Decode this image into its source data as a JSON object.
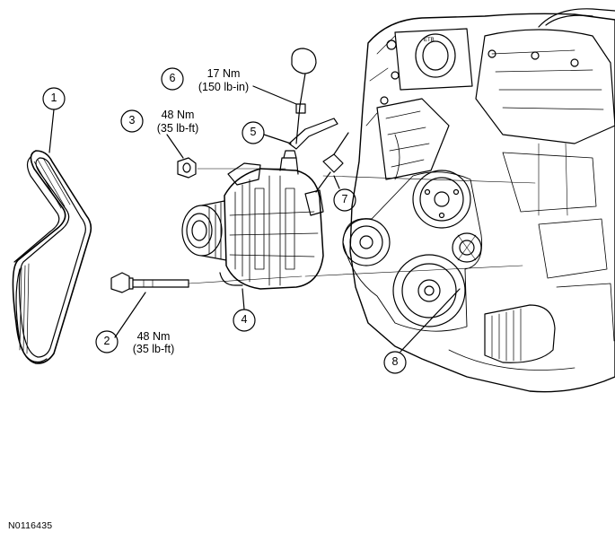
{
  "callouts": [
    {
      "num": "1"
    },
    {
      "num": "2",
      "torque_nm": "48 Nm",
      "torque_imp": "(35 lb-ft)"
    },
    {
      "num": "3",
      "torque_nm": "48 Nm",
      "torque_imp": "(35 lb-ft)"
    },
    {
      "num": "4"
    },
    {
      "num": "5"
    },
    {
      "num": "6",
      "torque_nm": "17 Nm",
      "torque_imp": "(150 lb-in)"
    },
    {
      "num": "7"
    },
    {
      "num": "8"
    }
  ],
  "figure_id": "N0116435"
}
